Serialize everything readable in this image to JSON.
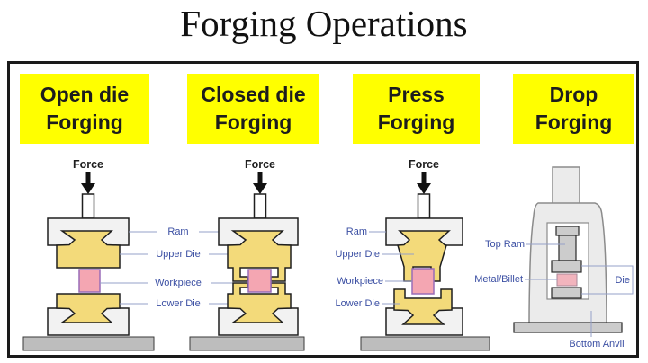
{
  "title": "Forging Operations",
  "panels": [
    {
      "id": "open-die",
      "line1": "Open die",
      "line2": "Forging"
    },
    {
      "id": "closed-die",
      "line1": "Closed die",
      "line2": "Forging"
    },
    {
      "id": "press",
      "line1": "Press",
      "line2": "Forging"
    },
    {
      "id": "drop",
      "line1": "Drop",
      "line2": "Forging"
    }
  ],
  "labels": {
    "force": "Force",
    "ram": "Ram",
    "upper_die": "Upper Die",
    "workpiece": "Workpiece",
    "lower_die": "Lower Die",
    "top_ram": "Top Ram",
    "metal_billet": "Metal/Billet",
    "die": "Die",
    "bottom_anvil": "Bottom Anvil"
  },
  "colors": {
    "header_bg": "#ffff00",
    "header_text": "#1d1d1d",
    "label_text": "#3b4fa3",
    "leader_line": "#96a0c8",
    "die_fill": "#f3da7a",
    "workpiece_fill": "#f4a6b2",
    "workpiece_stroke": "#9a6db8",
    "steel_fill": "#f2f2f2",
    "ground_fill": "#bdbdbd",
    "frame_fill": "#ebebeb",
    "die_block_fill": "#cccccc",
    "billet_fill": "#f2b4bd"
  }
}
